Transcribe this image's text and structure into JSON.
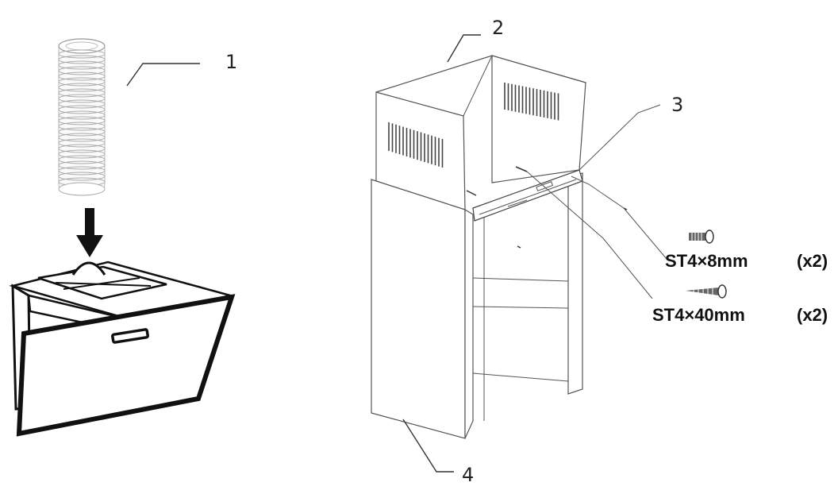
{
  "callouts": [
    {
      "id": "1",
      "text": "1"
    },
    {
      "id": "2",
      "text": "2"
    },
    {
      "id": "3",
      "text": "3"
    },
    {
      "id": "4",
      "text": "4"
    }
  ],
  "screws": [
    {
      "label": "ST4×8mm",
      "qty": "(x2)"
    },
    {
      "label": "ST4×40mm",
      "qty": "(x2)"
    }
  ]
}
